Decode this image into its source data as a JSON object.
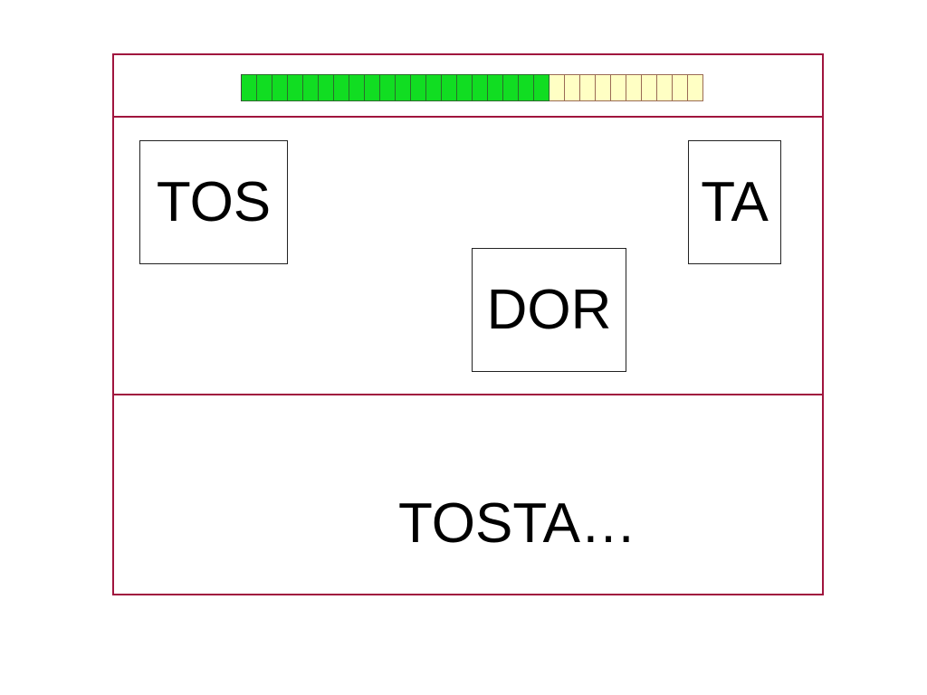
{
  "progress": {
    "total_cells": 30,
    "filled_cells": 20,
    "fill_color": "#11dd22",
    "empty_color": "#ffffc4"
  },
  "syllables": {
    "tos": "TOS",
    "ta": "TA",
    "dor": "DOR"
  },
  "answer": {
    "text": "TOSTA…"
  },
  "colors": {
    "frame": "#a0153e"
  }
}
